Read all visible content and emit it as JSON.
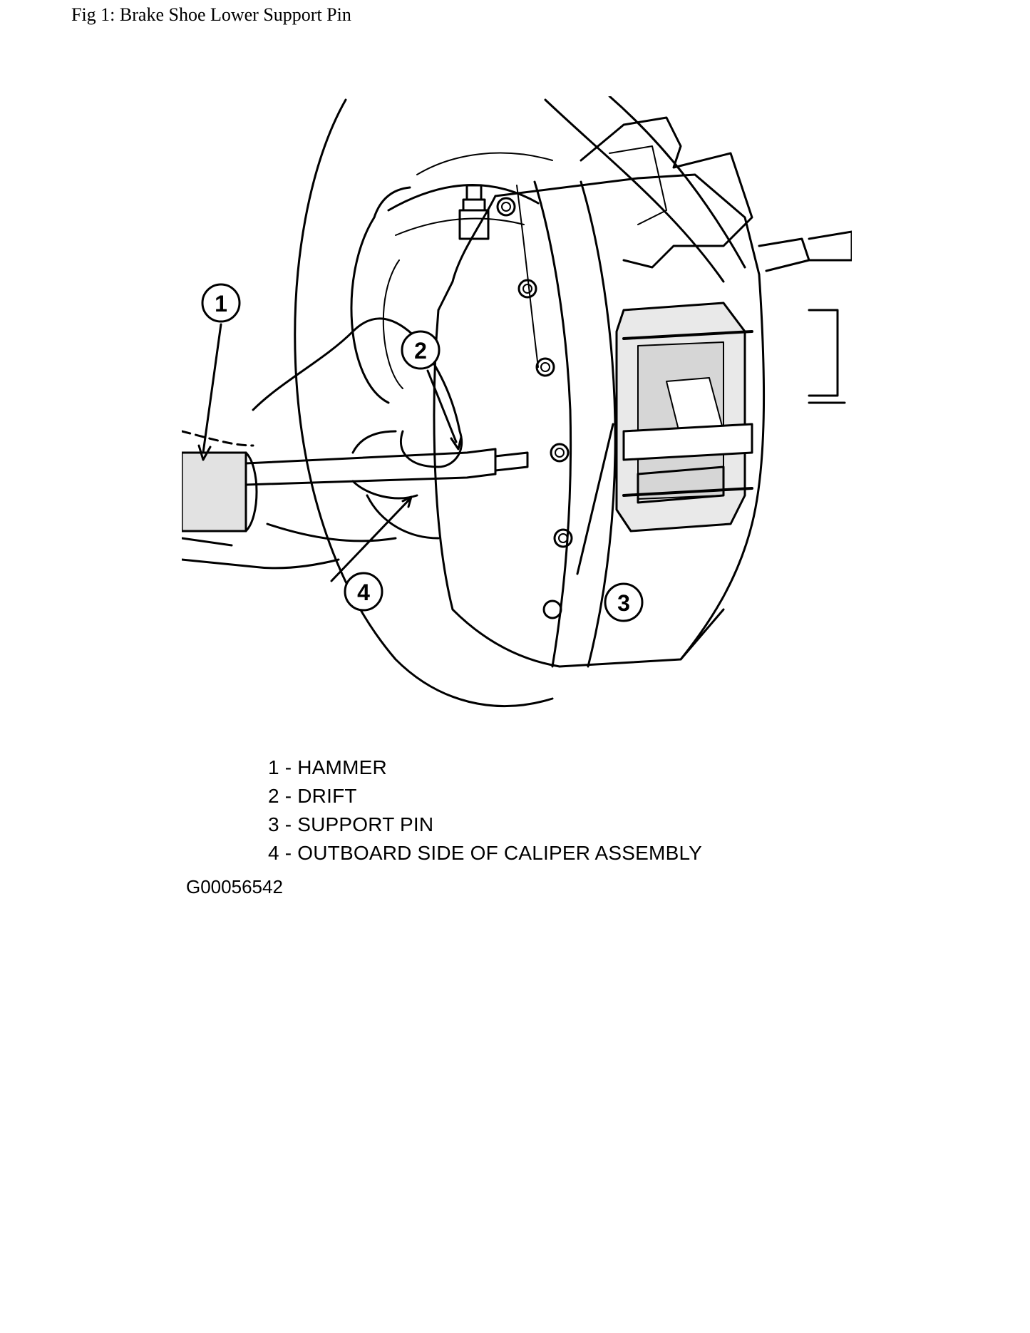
{
  "figure": {
    "title": "Fig 1: Brake Shoe Lower Support Pin",
    "code": "G00056542",
    "callouts": [
      "1",
      "2",
      "3",
      "4"
    ],
    "legend": [
      "1 - HAMMER",
      "2 - DRIFT",
      "3 - SUPPORT PIN",
      "4 - OUTBOARD SIDE OF CALIPER ASSEMBLY"
    ]
  }
}
